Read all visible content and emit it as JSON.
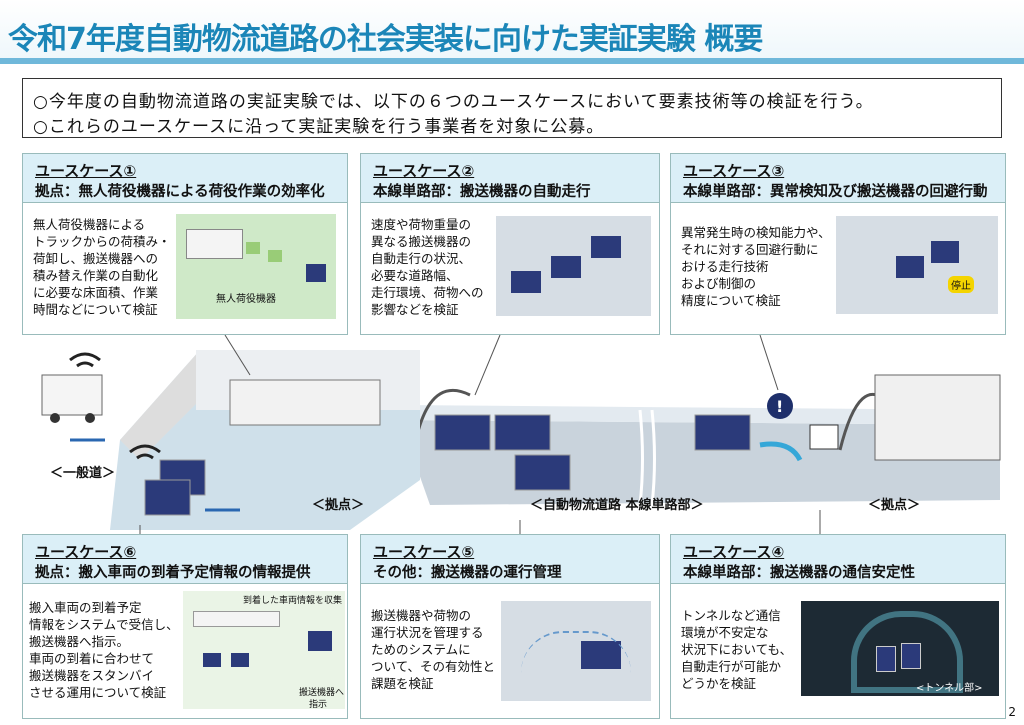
{
  "header": {
    "title": "令和7年度自動物流道路の社会実装に向けた実証実験 概要"
  },
  "intro": {
    "line1": "○今年度の自動物流道路の実証実験では、以下の６つのユースケースにおいて要素技術等の検証を行う。",
    "line2": "○これらのユースケースに沿って実証実験を行う事業者を対象に公募。"
  },
  "cases": {
    "c1": {
      "label": "ユースケース①",
      "subtitle": "拠点：無人荷役機器による荷役作業の効率化",
      "text": "無人荷役機器による\nトラックからの荷積み・\n荷卸し、搬送機器への\n積み替え作業の自動化\nに必要な床面積、作業\n時間などについて検証",
      "img_label": "無人荷役機器"
    },
    "c2": {
      "label": "ユースケース②",
      "subtitle": "本線単路部：搬送機器の自動走行",
      "text": "速度や荷物重量の\n異なる搬送機器の\n自動走行の状況、\n必要な道路幅、\n走行環境、荷物への\n影響などを検証"
    },
    "c3": {
      "label": "ユースケース③",
      "subtitle": "本線単路部：異常検知及び搬送機器の回避行動",
      "text": "異常発生時の検知能力や、\nそれに対する回避行動に\nおける走行技術\nおよび制御の\n精度について検証",
      "stop_sign": "停止"
    },
    "c4": {
      "label": "ユースケース④",
      "subtitle": "本線単路部：搬送機器の通信安定性",
      "text": "トンネルなど通信\n環境が不安定な\n状況下においても、\n自動走行が可能か\nどうかを検証",
      "img_label": "<トンネル部>"
    },
    "c5": {
      "label": "ユースケース⑤",
      "subtitle": "その他：搬送機器の運行管理",
      "text": "搬送機器や荷物の\n運行状況を管理する\nためのシステムに\nついて、その有効性と\n課題を検証"
    },
    "c6": {
      "label": "ユースケース⑥",
      "subtitle": "拠点：搬入車両の到着予定情報の情報提供",
      "text": "搬入車両の到着予定\n情報をシステムで受信し、\n搬送機器へ指示。\n車両の到着に合わせて\n搬送機器をスタンバイ\nさせる運用について検証",
      "img_label1": "到着した車両情報を収集",
      "img_label2": "搬送機器へ",
      "img_label3": "指示"
    }
  },
  "scene": {
    "general_road": "＜一般道＞",
    "base_left": "＜拠点＞",
    "main_road": "＜自動物流道路 本線単路部＞",
    "base_right": "＜拠点＞"
  },
  "page_number": "2",
  "colors": {
    "title": "#1b86b8",
    "head_bg": "#dbeff7",
    "accent": "#6fb8da"
  }
}
